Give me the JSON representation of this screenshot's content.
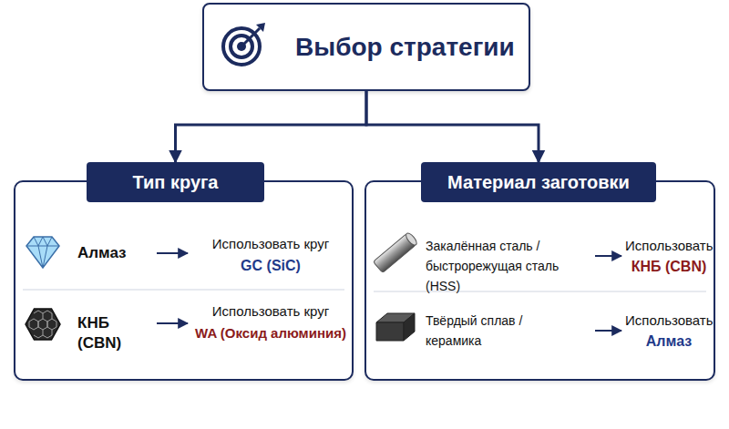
{
  "diagram": {
    "nodes": [
      {
        "text": [
          "Выбор стратегии"
        ]
      },
      {
        "text": [
          "Тип круга"
        ]
      },
      {
        "text": [
          "Материал заготовки"
        ]
      }
    ],
    "edges": [
      {
        "from": 0,
        "to": 1,
        "arrow": "to"
      },
      {
        "from": 0,
        "to": 2,
        "arrow": "to"
      }
    ],
    "labels": [
      "Алмаз",
      "Использовать круг",
      "GC (SiC)",
      "КНБ (CBN)",
      "Использовать круг",
      "WA (Оксид алюминия)",
      "Закалённая сталь / быстрорежущая сталь (HSS)",
      "Использовать",
      "КНБ (CBN)",
      "Твёрдый сплав / керамика",
      "Использовать",
      "Алмаз"
    ]
  }
}
